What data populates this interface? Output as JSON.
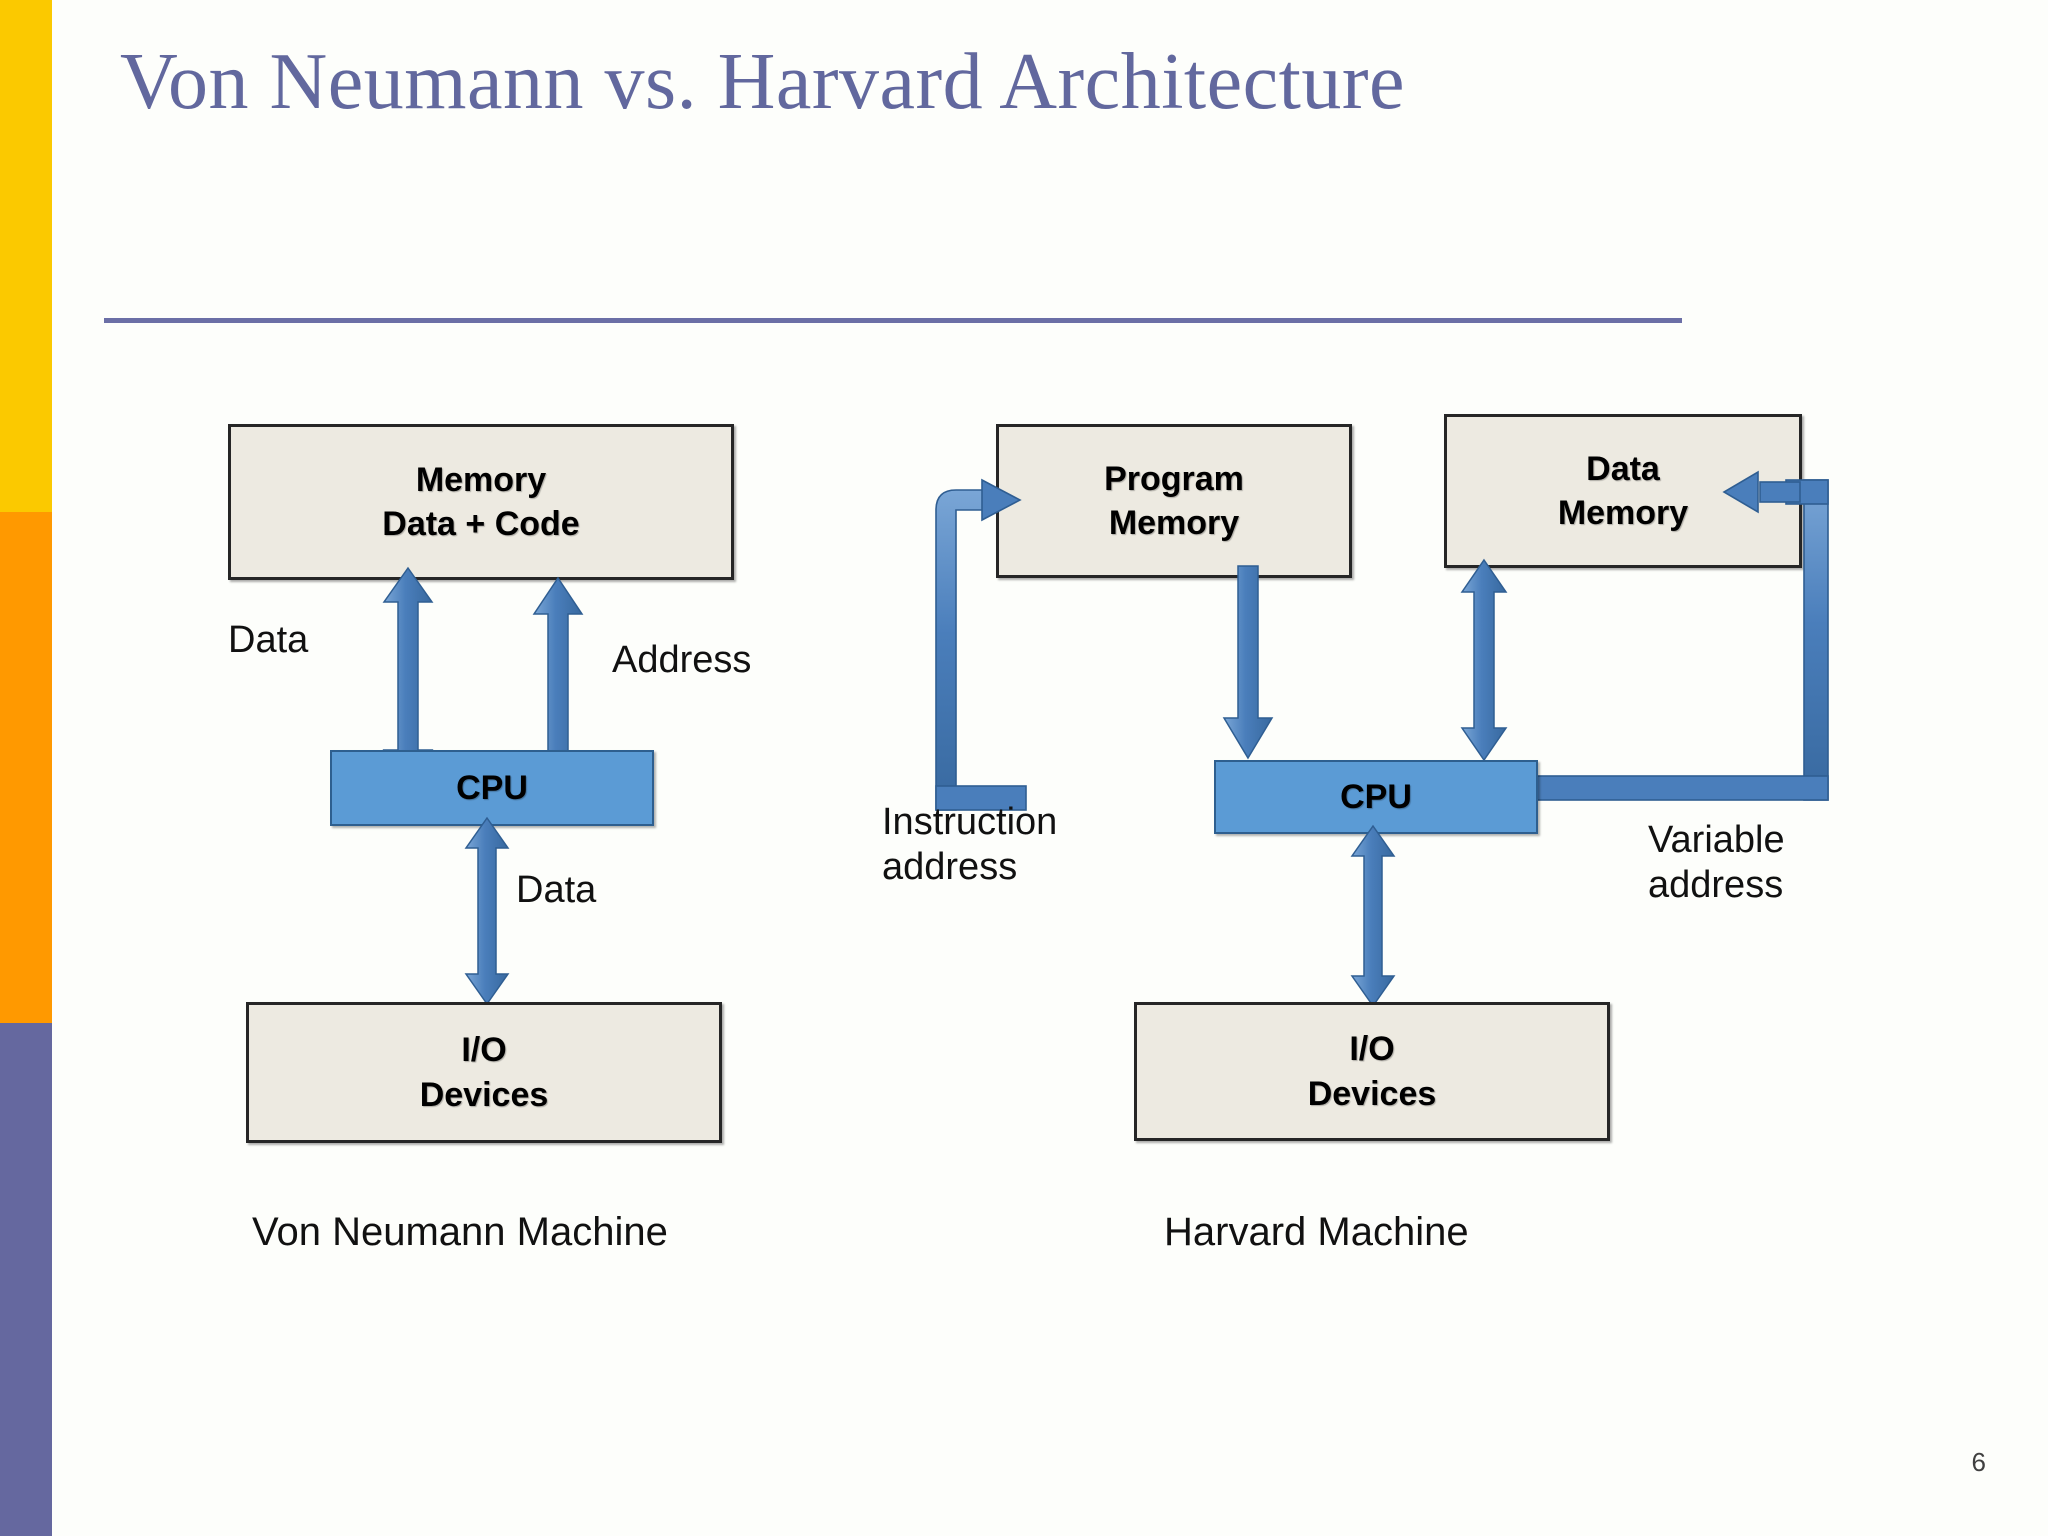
{
  "slide": {
    "title": "Von Neumann vs. Harvard Architecture",
    "page_number": "6",
    "accent_color": "#62689e",
    "sidebar_colors": [
      "#fbc900",
      "#ff9900",
      "#65689f"
    ],
    "box_fill": "#edeae1",
    "cpu_fill": "#5b9bd5",
    "arrow_color": "#4a7ebb"
  },
  "von_neumann": {
    "caption": "Von Neumann Machine",
    "memory_box": {
      "line1": "Memory",
      "line2": "Data + Code"
    },
    "cpu_box": {
      "label": "CPU"
    },
    "io_box": {
      "line1": "I/O",
      "line2": "Devices"
    },
    "labels": {
      "data_memory": "Data",
      "address": "Address",
      "data_io": "Data"
    },
    "arrows": [
      {
        "name": "memory-data-bus",
        "direction": "bidirectional"
      },
      {
        "name": "memory-address-bus",
        "direction": "up"
      },
      {
        "name": "io-data-bus",
        "direction": "bidirectional"
      }
    ]
  },
  "harvard": {
    "caption": "Harvard Machine",
    "program_memory_box": {
      "line1": "Program",
      "line2": "Memory"
    },
    "data_memory_box": {
      "line1": "Data",
      "line2": "Memory"
    },
    "cpu_box": {
      "label": "CPU"
    },
    "io_box": {
      "line1": "I/O",
      "line2": "Devices"
    },
    "labels": {
      "instruction_address": "Instruction\naddress",
      "variable_address": "Variable\naddress"
    },
    "arrows": [
      {
        "name": "instruction-address-loop",
        "direction": "into-program-memory"
      },
      {
        "name": "program-memory-to-cpu",
        "direction": "down"
      },
      {
        "name": "data-memory-cpu-bus",
        "direction": "bidirectional"
      },
      {
        "name": "variable-address-loop",
        "direction": "into-data-memory"
      },
      {
        "name": "io-data-bus",
        "direction": "bidirectional"
      }
    ]
  }
}
